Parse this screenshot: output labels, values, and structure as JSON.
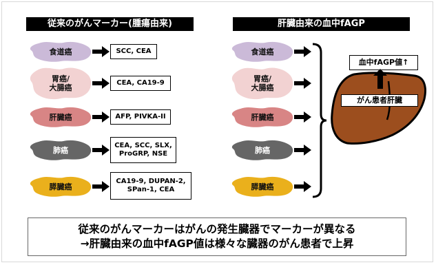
{
  "headers": {
    "left": "従来のがんマーカー(腫瘍由来)",
    "right": "肝臓由来の血中fAGP"
  },
  "colors": {
    "esophagus": "#cbbad8",
    "stomach_colon": "#f2d2d2",
    "liver": "#d88585",
    "lung": "#666666",
    "pancreas": "#eab01c",
    "liver_organ": "#9c4e1e"
  },
  "cancers": [
    {
      "label": "食道癌",
      "markers": "SCC, CEA"
    },
    {
      "label": "胃癌/\n大腸癌",
      "markers": "CEA, CA19-9"
    },
    {
      "label": "肝臓癌",
      "markers": "AFP, PIVKA-II"
    },
    {
      "label": "肺癌",
      "markers": "CEA, SCC, SLX,\nProGRP, NSE"
    },
    {
      "label": "膵臓癌",
      "markers": "CA19-9, DUPAN-2,\nSPan-1, CEA"
    }
  ],
  "right_panel": {
    "result_box": "血中fAGP値↑",
    "liver_label": "がん患者肝臓"
  },
  "caption": {
    "line1": "従来のがんマーカーはがんの発生臓器でマーカーが異なる",
    "line2": "→肝臓由来の血中fAGP値は様々な臓器のがん患者で上昇"
  }
}
